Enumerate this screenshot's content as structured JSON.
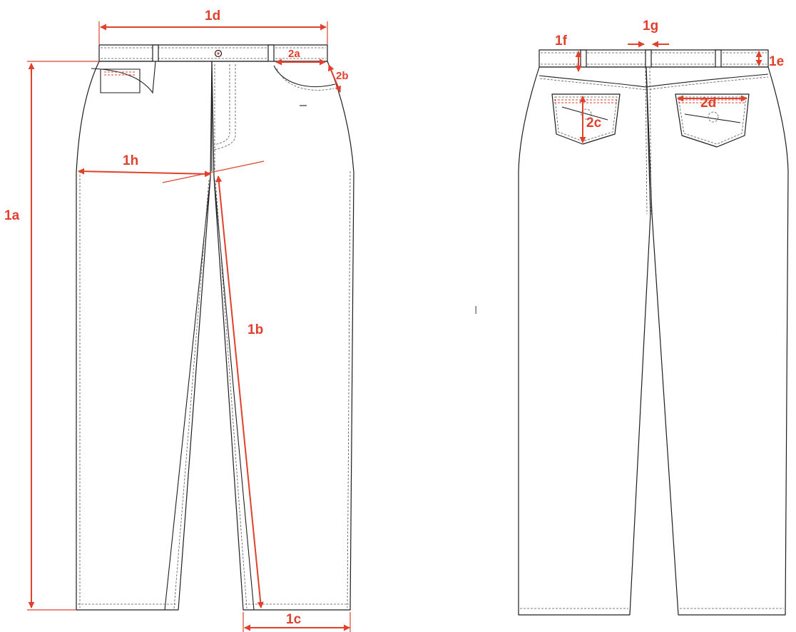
{
  "accent_color": "#e0412d",
  "outline_color": "#1e1e1e",
  "labels": {
    "1a": "1a",
    "1b": "1b",
    "1c": "1c",
    "1d": "1d",
    "1e": "1e",
    "1f": "1f",
    "1g": "1g",
    "1h": "1h",
    "2a": "2a",
    "2b": "2b",
    "2c": "2c",
    "2d": "2d"
  },
  "stray_mark": "I"
}
